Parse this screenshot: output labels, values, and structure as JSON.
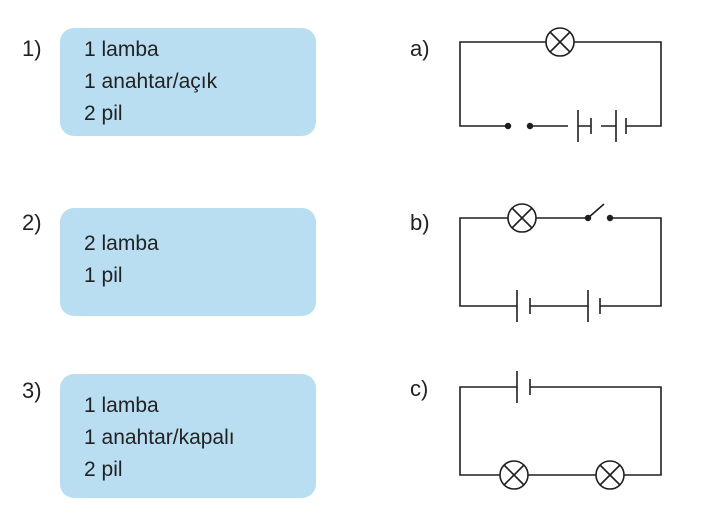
{
  "items": [
    {
      "number": "1)",
      "lines": [
        "1 lamba",
        "1 anahtar/açık",
        "2 pil"
      ]
    },
    {
      "number": "2)",
      "lines": [
        "2 lamba",
        "1 pil"
      ]
    },
    {
      "number": "3)",
      "lines": [
        "1 lamba",
        "1 anahtar/kapalı",
        "2 pil"
      ]
    }
  ],
  "circuits": [
    {
      "label": "a)"
    },
    {
      "label": "b)"
    },
    {
      "label": "c)"
    }
  ],
  "colors": {
    "box_fill": "#b9def2",
    "wire": "#1f1f1f"
  },
  "icons": [
    "lamp-icon",
    "battery-cell-icon",
    "switch-icon"
  ]
}
